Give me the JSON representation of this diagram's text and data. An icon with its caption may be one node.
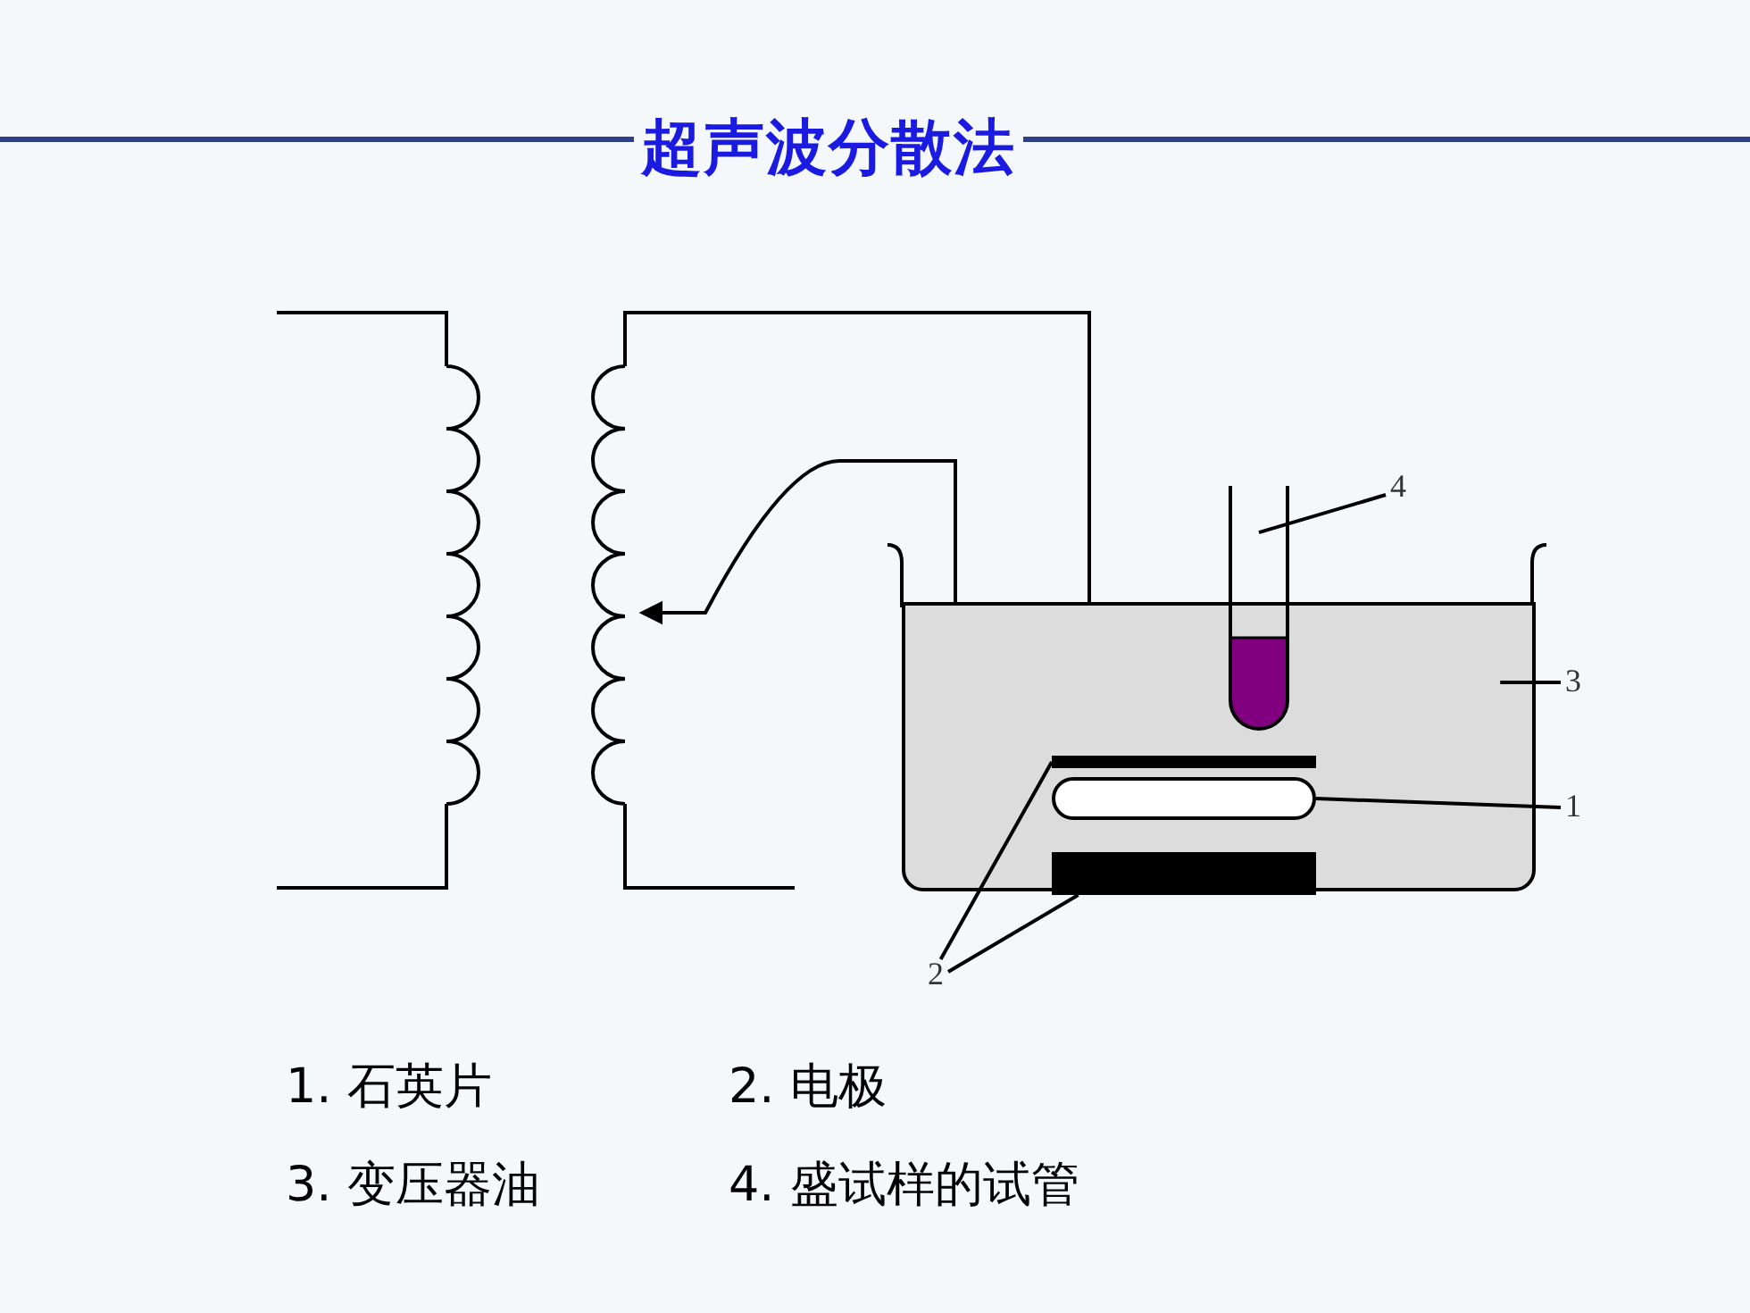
{
  "diagram": {
    "title": "超声波分散法",
    "nodes": [
      {
        "text": [
          "4"
        ]
      },
      {
        "text": [],
        "shape": "cylinder"
      },
      {
        "text": [
          "3"
        ]
      },
      {
        "text": [],
        "shape": "box"
      },
      {
        "text": [
          "1"
        ]
      },
      {
        "text": [],
        "shape": "box",
        "in": 3
      },
      {
        "text": [
          "2"
        ]
      },
      {
        "text": [],
        "shape": "bar",
        "in": 3
      },
      {
        "text": [],
        "shape": "bar",
        "in": 3
      }
    ],
    "edges": [
      {
        "from": 0,
        "to": 1,
        "arrow": "none"
      },
      {
        "from": 2,
        "to": 3,
        "arrow": "none"
      },
      {
        "from": 4,
        "to": 5,
        "arrow": "none"
      },
      {
        "from": 6,
        "to": 7,
        "arrow": "none"
      },
      {
        "from": 6,
        "to": 8,
        "arrow": "none"
      }
    ],
    "labels": [
      "1. 石英片",
      "2. 电极",
      "3. 变压器油",
      "4. 盛试样的试管"
    ]
  }
}
